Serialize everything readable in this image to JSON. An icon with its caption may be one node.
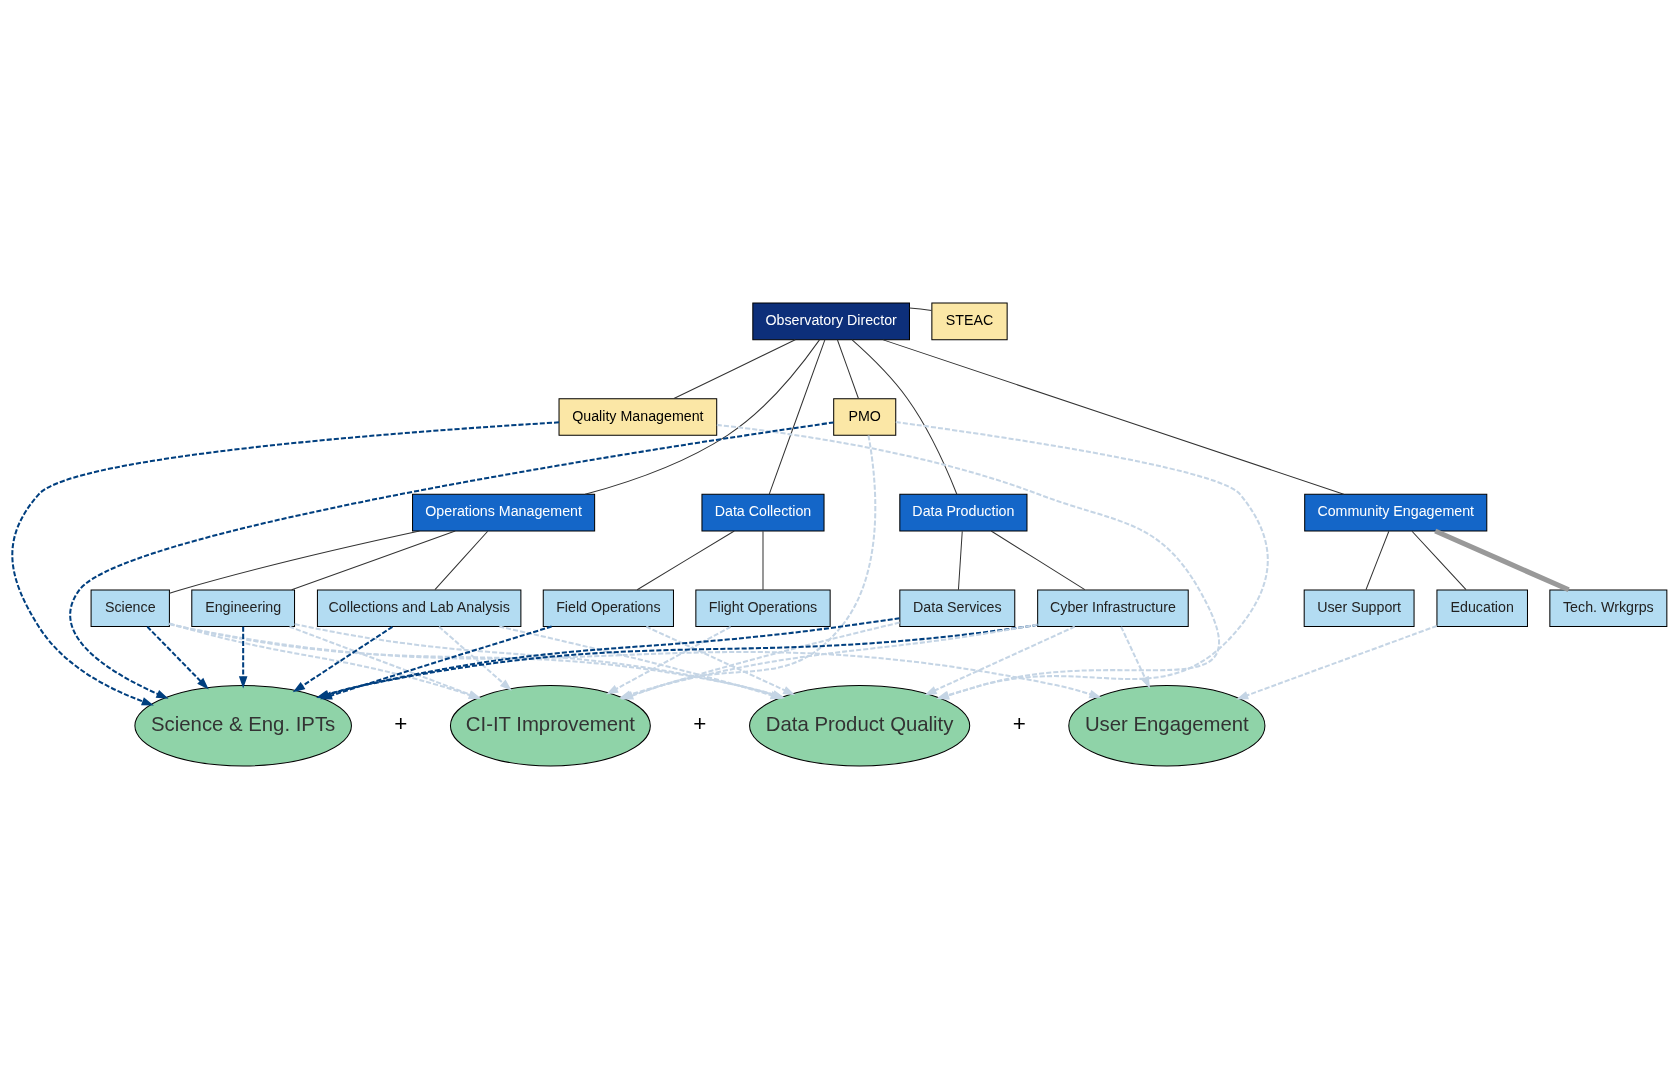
{
  "diagram": {
    "nodes": [
      {
        "text": [
          "Observatory Director"
        ]
      },
      {
        "text": [
          "STEAC"
        ]
      },
      {
        "text": [
          "Quality Management"
        ]
      },
      {
        "text": [
          "PMO"
        ]
      },
      {
        "text": [
          "Operations Management"
        ]
      },
      {
        "text": [
          "Data Collection"
        ]
      },
      {
        "text": [
          "Data Production"
        ]
      },
      {
        "text": [
          "Community Engagement"
        ]
      },
      {
        "text": [
          "Science"
        ]
      },
      {
        "text": [
          "Engineering"
        ]
      },
      {
        "text": [
          "Collections and Lab Analysis"
        ]
      },
      {
        "text": [
          "Field Operations"
        ]
      },
      {
        "text": [
          "Flight Operations"
        ]
      },
      {
        "text": [
          "Data Services"
        ]
      },
      {
        "text": [
          "Cyber Infrastructure"
        ]
      },
      {
        "text": [
          "User Support"
        ]
      },
      {
        "text": [
          "Education"
        ]
      },
      {
        "text": [
          "Tech. Wrkgrps"
        ]
      },
      {
        "text": [
          "Science & Eng. IPTs"
        ]
      },
      {
        "text": [
          "CI-IT Improvement"
        ]
      },
      {
        "text": [
          "Data Product Quality"
        ]
      },
      {
        "text": [
          "User Engagement"
        ]
      }
    ],
    "edges": [
      {
        "from": 0,
        "to": 1,
        "arrow": "none",
        "color": "#333333"
      },
      {
        "from": 0,
        "to": 2,
        "arrow": "none",
        "color": "#333333"
      },
      {
        "from": 0,
        "to": 3,
        "arrow": "none",
        "color": "#333333"
      },
      {
        "from": 0,
        "to": 4,
        "arrow": "none",
        "color": "#333333"
      },
      {
        "from": 0,
        "to": 5,
        "arrow": "none",
        "color": "#333333"
      },
      {
        "from": 0,
        "to": 6,
        "arrow": "none",
        "color": "#333333"
      },
      {
        "from": 0,
        "to": 7,
        "arrow": "none",
        "color": "#333333"
      },
      {
        "from": 4,
        "to": 8,
        "arrow": "none",
        "color": "#333333"
      },
      {
        "from": 4,
        "to": 9,
        "arrow": "none",
        "color": "#333333"
      },
      {
        "from": 4,
        "to": 10,
        "arrow": "none",
        "color": "#333333"
      },
      {
        "from": 5,
        "to": 11,
        "arrow": "none",
        "color": "#333333"
      },
      {
        "from": 5,
        "to": 12,
        "arrow": "none",
        "color": "#333333"
      },
      {
        "from": 6,
        "to": 13,
        "arrow": "none",
        "color": "#333333"
      },
      {
        "from": 6,
        "to": 14,
        "arrow": "none",
        "color": "#333333"
      },
      {
        "from": 7,
        "to": 15,
        "arrow": "none",
        "color": "#333333"
      },
      {
        "from": 7,
        "to": 16,
        "arrow": "none",
        "color": "#333333"
      },
      {
        "from": 7,
        "to": 17,
        "arrow": "none",
        "style": "thick",
        "color": "#999999"
      },
      {
        "from": 8,
        "to": 18,
        "arrow": "to",
        "style": "dashed",
        "color": "#003f7f"
      },
      {
        "from": 9,
        "to": 18,
        "arrow": "to",
        "style": "dashed",
        "color": "#003f7f"
      },
      {
        "from": 10,
        "to": 18,
        "arrow": "to",
        "style": "dashed",
        "color": "#003f7f"
      },
      {
        "from": 2,
        "to": 18,
        "arrow": "to",
        "style": "dashed",
        "color": "#003f7f"
      },
      {
        "from": 11,
        "to": 18,
        "arrow": "to",
        "style": "dashed",
        "color": "#003f7f"
      },
      {
        "from": 3,
        "to": 18,
        "arrow": "to",
        "style": "dashed",
        "color": "#003f7f"
      },
      {
        "from": 13,
        "to": 18,
        "arrow": "to",
        "style": "dashed",
        "color": "#003f7f"
      },
      {
        "from": 14,
        "to": 18,
        "arrow": "to",
        "style": "dashed",
        "color": "#003f7f"
      },
      {
        "from": 8,
        "to": 19,
        "arrow": "to",
        "style": "dashed",
        "color": "#c5d5e5"
      },
      {
        "from": 8,
        "to": 20,
        "arrow": "to",
        "style": "dashed",
        "color": "#c5d5e5"
      },
      {
        "from": 8,
        "to": 21,
        "arrow": "to",
        "style": "dashed",
        "color": "#c5d5e5"
      },
      {
        "from": 9,
        "to": 19,
        "arrow": "to",
        "style": "dashed",
        "color": "#c5d5e5"
      },
      {
        "from": 9,
        "to": 20,
        "arrow": "to",
        "style": "dashed",
        "color": "#c5d5e5"
      },
      {
        "from": 10,
        "to": 19,
        "arrow": "to",
        "style": "dashed",
        "color": "#c5d5e5"
      },
      {
        "from": 10,
        "to": 20,
        "arrow": "to",
        "style": "dashed",
        "color": "#c5d5e5"
      },
      {
        "from": 2,
        "to": 20,
        "arrow": "to",
        "style": "dashed",
        "color": "#c5d5e5"
      },
      {
        "from": 11,
        "to": 20,
        "arrow": "to",
        "style": "dashed",
        "color": "#c5d5e5"
      },
      {
        "from": 12,
        "to": 19,
        "arrow": "to",
        "style": "dashed",
        "color": "#c5d5e5"
      },
      {
        "from": 3,
        "to": 19,
        "arrow": "to",
        "style": "dashed",
        "color": "#c5d5e5"
      },
      {
        "from": 3,
        "to": 20,
        "arrow": "to",
        "style": "dashed",
        "color": "#c5d5e5"
      },
      {
        "from": 13,
        "to": 19,
        "arrow": "to",
        "style": "dashed",
        "color": "#c5d5e5"
      },
      {
        "from": 14,
        "to": 19,
        "arrow": "to",
        "style": "dashed",
        "color": "#c5d5e5"
      },
      {
        "from": 14,
        "to": 20,
        "arrow": "to",
        "style": "dashed",
        "color": "#c5d5e5"
      },
      {
        "from": 14,
        "to": 21,
        "arrow": "to",
        "style": "dashed",
        "color": "#c5d5e5"
      },
      {
        "from": 16,
        "to": 21,
        "arrow": "to",
        "style": "dashed",
        "color": "#c5d5e5"
      }
    ],
    "labels": [
      "+",
      "+",
      "+"
    ]
  }
}
